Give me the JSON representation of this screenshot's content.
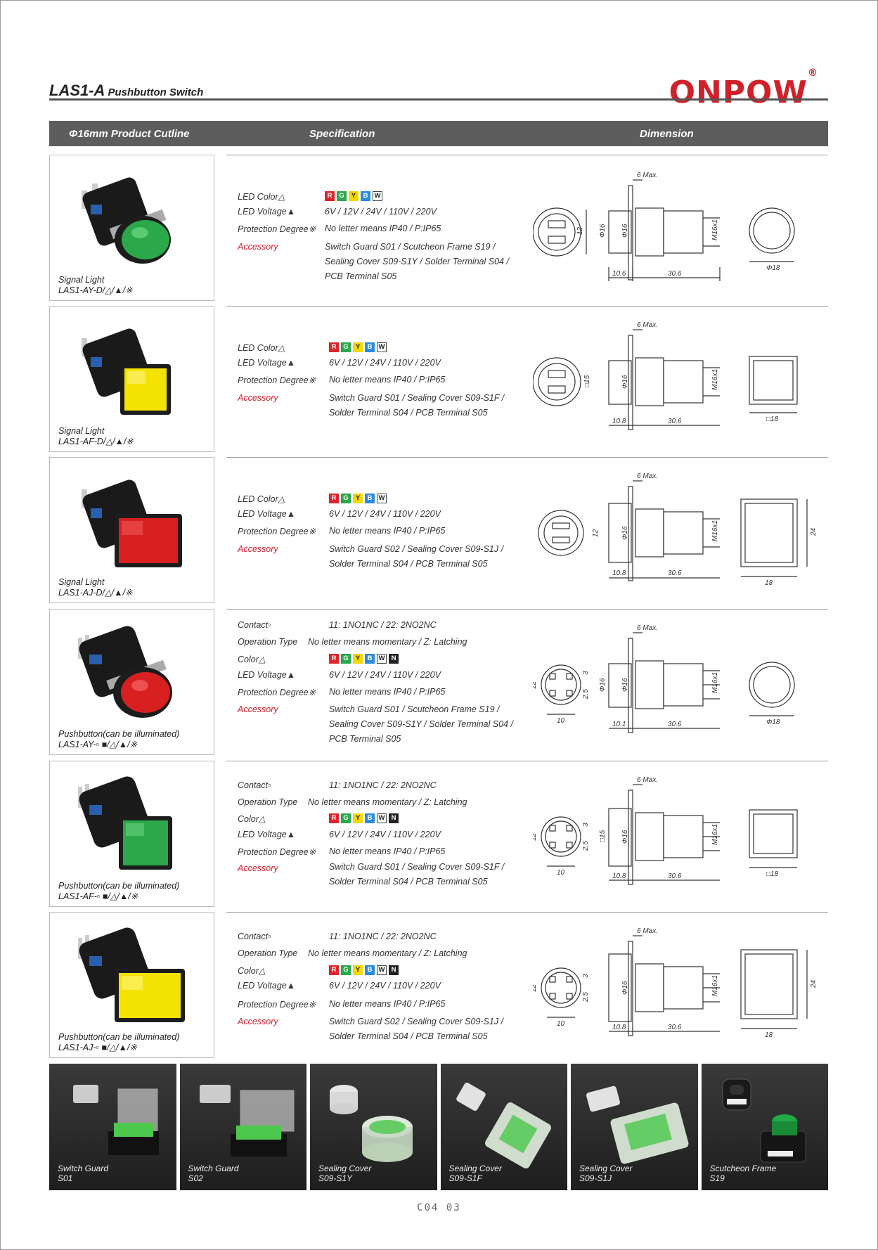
{
  "header": {
    "title": "LAS1-A",
    "subtitle": "Pushbutton Switch",
    "logo": "ONPOW",
    "logo_mark": "®"
  },
  "columns": {
    "outline": "Φ16mm Product Cutline",
    "specification": "Specification",
    "dimension": "Dimension"
  },
  "labels": {
    "led_color": "LED Color△",
    "led_voltage": "LED Voltage▲",
    "protection": "Protection Degree※",
    "accessory": "Accessory",
    "contact": "Contact▫",
    "operation": "Operation Type",
    "color": "Color△"
  },
  "values": {
    "voltage": "6V / 12V / 24V / 110V / 220V",
    "protection": "No letter means IP40 / P:IP65",
    "contact": "11: 1NO1NC / 22: 2NO2NC",
    "operation": "No letter means momentary / Z: Latching"
  },
  "colors": {
    "rgybw": [
      "R",
      "G",
      "Y",
      "B",
      "W"
    ],
    "rgybwn": [
      "R",
      "G",
      "Y",
      "B",
      "W",
      "N"
    ]
  },
  "products": [
    {
      "type": "Signal Light",
      "model": "LAS1-AY-D/△/▲/※",
      "accessory": [
        "Switch Guard S01 / Scutcheon Frame S19 /",
        "Sealing Cover S09-S1Y / Solder Terminal S04 /",
        "PCB Terminal S05"
      ],
      "dims": {
        "top": "6 Max.",
        "h1": "12",
        "h2": "Φ16",
        "h3": "Φ16",
        "thread": "M16x1",
        "left": "10.6",
        "right": "30.6",
        "face": "Φ18"
      }
    },
    {
      "type": "Signal Light",
      "model": "LAS1-AF-D/△/▲/※",
      "accessory": [
        "Switch Guard S01 / Sealing Cover S09-S1F /",
        "Solder Terminal S04 / PCB Terminal S05"
      ],
      "dims": {
        "top": "6 Max.",
        "h1": "□15",
        "h2": "Φ16",
        "thread": "M16x1",
        "left": "10.8",
        "right": "30.6",
        "face": "□18"
      }
    },
    {
      "type": "Signal Light",
      "model": "LAS1-AJ-D/△/▲/※",
      "accessory": [
        "Switch Guard S02 / Sealing Cover S09-S1J /",
        "Solder Terminal S04 / PCB Terminal S05"
      ],
      "dims": {
        "top": "6 Max.",
        "h1": "12",
        "h2": "Φ16",
        "thread": "M16x1",
        "left": "10.8",
        "right": "30.6",
        "face_w": "18",
        "face_h": "24"
      }
    },
    {
      "type": "Pushbutton(can be illuminated)",
      "model": "LAS1-AY-▫ ■/△/▲/※",
      "accessory": [
        "Switch Guard S01 / Scutcheon Frame S19 /",
        "Sealing Cover S09-S1Y / Solder Terminal S04 /",
        "PCB Terminal S05"
      ],
      "dims": {
        "top": "6 Max.",
        "p1": "12",
        "p2": "10",
        "p3": "3",
        "p4": "2.5",
        "h2": "Φ16",
        "h3": "Φ16",
        "thread": "M16x1",
        "left": "10.1",
        "right": "30.6",
        "face": "Φ18"
      }
    },
    {
      "type": "Pushbutton(can be illuminated)",
      "model": "LAS1-AF-▫ ■/△/▲/※",
      "accessory": [
        "Switch Guard S01 / Sealing Cover S09-S1F /",
        "Solder Terminal S04 / PCB Terminal S05"
      ],
      "dims": {
        "top": "6 Max.",
        "p1": "12",
        "p2": "10",
        "p3": "3",
        "p4": "2.5",
        "h1": "□15",
        "h2": "Φ16",
        "thread": "M16x1",
        "left": "10.8",
        "right": "30.6",
        "face": "□18"
      }
    },
    {
      "type": "Pushbutton(can be illuminated)",
      "model": "LAS1-AJ-▫ ■/△/▲/※",
      "accessory": [
        "Switch Guard S02 / Sealing Cover S09-S1J /",
        "Solder Terminal S04 / PCB Terminal S05"
      ],
      "dims": {
        "top": "6 Max.",
        "p1": "12",
        "p2": "10",
        "p3": "3",
        "p4": "2.5",
        "h2": "Φ16",
        "thread": "M16x1",
        "left": "10.8",
        "right": "30.6",
        "face_w": "18",
        "face_h": "24"
      }
    }
  ],
  "accessories": [
    {
      "name": "Switch  Guard",
      "code": "S01"
    },
    {
      "name": "Switch Guard",
      "code": "S02"
    },
    {
      "name": "Sealing Cover",
      "code": "S09-S1Y"
    },
    {
      "name": "Sealing Cover",
      "code": "S09-S1F"
    },
    {
      "name": "Sealing Cover",
      "code": "S09-S1J"
    },
    {
      "name": "Scutcheon Frame",
      "code": "S19"
    }
  ],
  "page_number": "C04 03",
  "theme": {
    "accent_red": "#d0202a",
    "header_gray": "#5d5d5d",
    "lens_green": "#2aa84a",
    "lens_yellow": "#f4e200",
    "lens_red": "#d82020"
  }
}
